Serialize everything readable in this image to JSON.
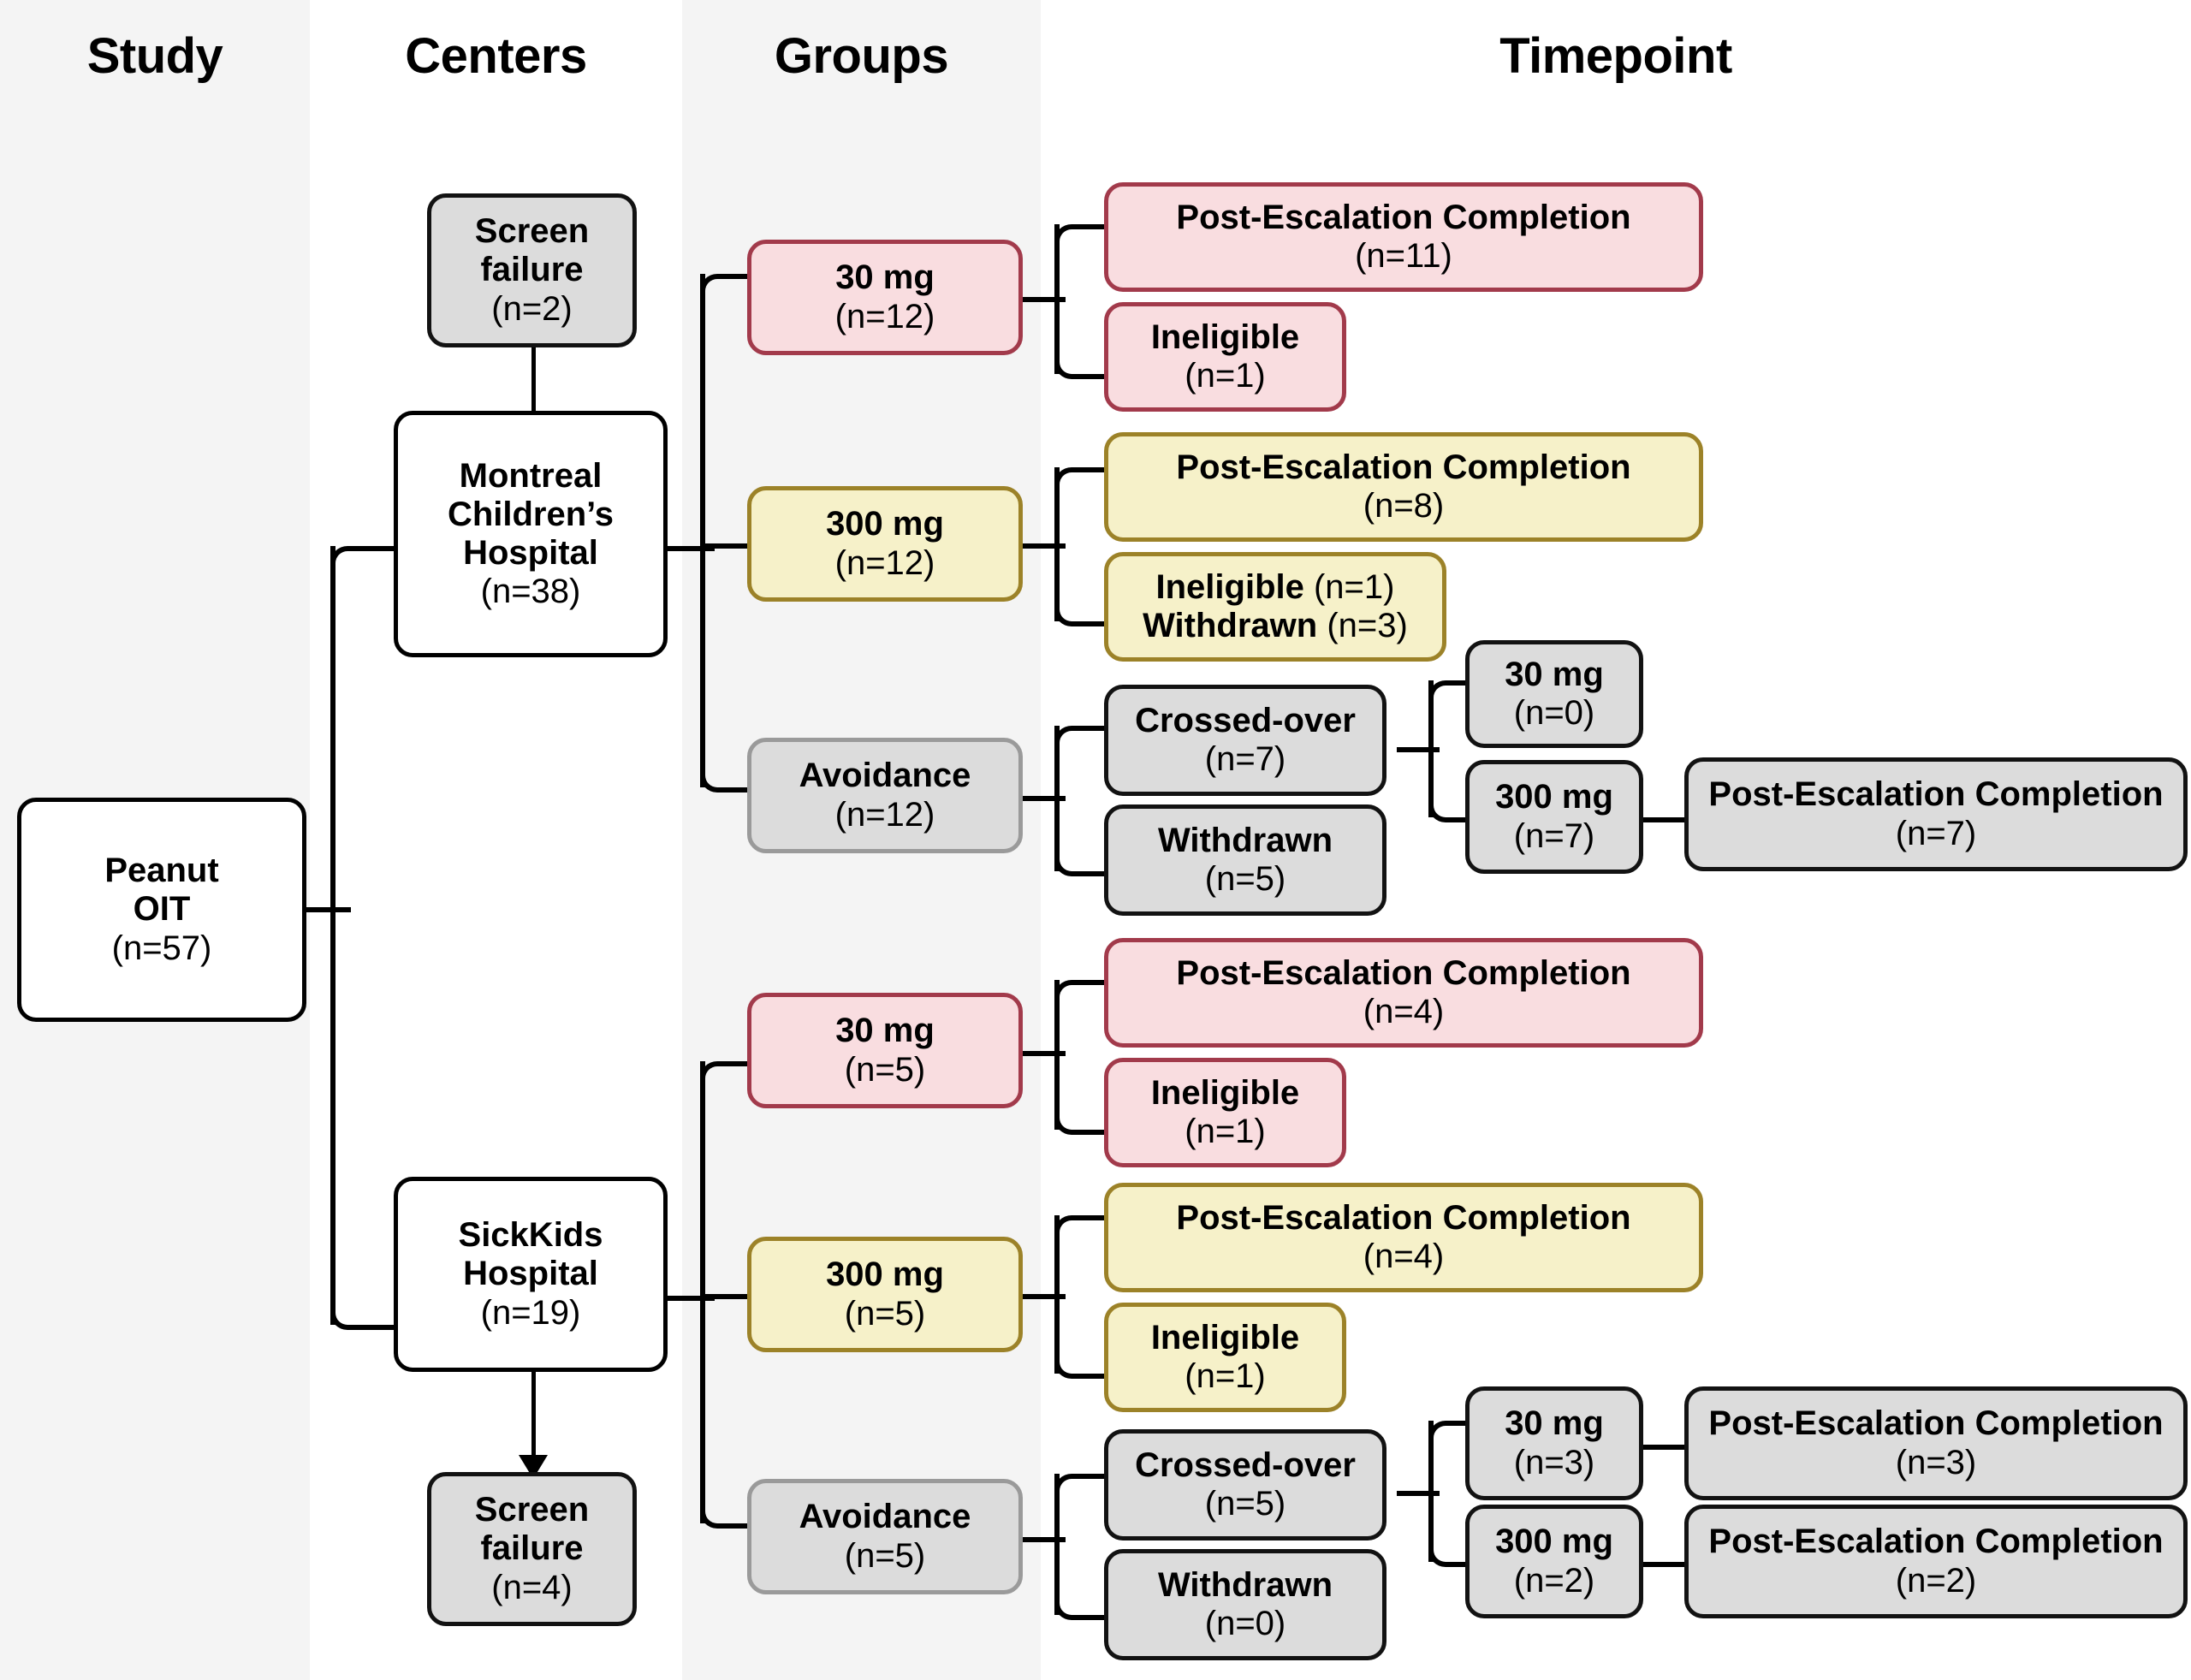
{
  "columns": [
    {
      "key": "study",
      "label": "Study"
    },
    {
      "key": "centers",
      "label": "Centers"
    },
    {
      "key": "groups",
      "label": "Groups"
    },
    {
      "key": "timepoint",
      "label": "Timepoint"
    }
  ],
  "colors": {
    "band": "#f4f4f4",
    "pink_fill": "#f9dde0",
    "pink_border": "#a23a4b",
    "yellow_fill": "#f6f1c9",
    "yellow_border": "#9c8228",
    "gray_fill": "#dcdcdc",
    "gray_border": "#121212",
    "white_fill": "#ffffff",
    "black": "#000000"
  },
  "nodes": {
    "study_root": {
      "title": "Peanut",
      "title2": "OIT",
      "count": "(n=57)"
    },
    "mch": {
      "title": "Montreal",
      "title2": "Children’s",
      "title3": "Hospital",
      "count": "(n=38)"
    },
    "mch_screen_failure": {
      "title": "Screen",
      "title2": "failure",
      "count": "(n=2)"
    },
    "sickkids": {
      "title": "SickKids",
      "title2": "Hospital",
      "count": "(n=19)"
    },
    "sk_screen_failure": {
      "title": "Screen",
      "title2": "failure",
      "count": "(n=4)"
    },
    "mch_30mg": {
      "title": "30 mg",
      "count": "(n=12)"
    },
    "mch_30mg_pec": {
      "title": "Post-Escalation Completion",
      "count": "(n=11)"
    },
    "mch_30mg_ineligible": {
      "title": "Ineligible",
      "count": "(n=1)"
    },
    "mch_300mg": {
      "title": "300 mg",
      "count": "(n=12)"
    },
    "mch_300mg_pec": {
      "title": "Post-Escalation Completion",
      "count": "(n=8)"
    },
    "mch_300mg_dropout": {
      "line1_label": "Ineligible",
      "line1_count": "(n=1)",
      "line2_label": "Withdrawn",
      "line2_count": "(n=3)"
    },
    "mch_avoidance": {
      "title": "Avoidance",
      "count": "(n=12)"
    },
    "mch_avoid_crossed": {
      "title": "Crossed-over",
      "count": "(n=7)"
    },
    "mch_avoid_withdrawn": {
      "title": "Withdrawn",
      "count": "(n=5)"
    },
    "mch_avoid_30mg": {
      "title": "30 mg",
      "count": "(n=0)"
    },
    "mch_avoid_300mg": {
      "title": "300 mg",
      "count": "(n=7)"
    },
    "mch_avoid_300mg_pec": {
      "title": "Post-Escalation Completion",
      "count": "(n=7)"
    },
    "sk_30mg": {
      "title": "30 mg",
      "count": "(n=5)"
    },
    "sk_30mg_pec": {
      "title": "Post-Escalation Completion",
      "count": "(n=4)"
    },
    "sk_30mg_ineligible": {
      "title": "Ineligible",
      "count": "(n=1)"
    },
    "sk_300mg": {
      "title": "300 mg",
      "count": "(n=5)"
    },
    "sk_300mg_pec": {
      "title": "Post-Escalation Completion",
      "count": "(n=4)"
    },
    "sk_300mg_ineligible": {
      "title": "Ineligible",
      "count": "(n=1)"
    },
    "sk_avoidance": {
      "title": "Avoidance",
      "count": "(n=5)"
    },
    "sk_avoid_crossed": {
      "title": "Crossed-over",
      "count": "(n=5)"
    },
    "sk_avoid_withdrawn": {
      "title": "Withdrawn",
      "count": "(n=0)"
    },
    "sk_avoid_30mg": {
      "title": "30 mg",
      "count": "(n=3)"
    },
    "sk_avoid_30mg_pec": {
      "title": "Post-Escalation Completion",
      "count": "(n=3)"
    },
    "sk_avoid_300mg": {
      "title": "300 mg",
      "count": "(n=2)"
    },
    "sk_avoid_300mg_pec": {
      "title": "Post-Escalation Completion",
      "count": "(n=2)"
    }
  }
}
